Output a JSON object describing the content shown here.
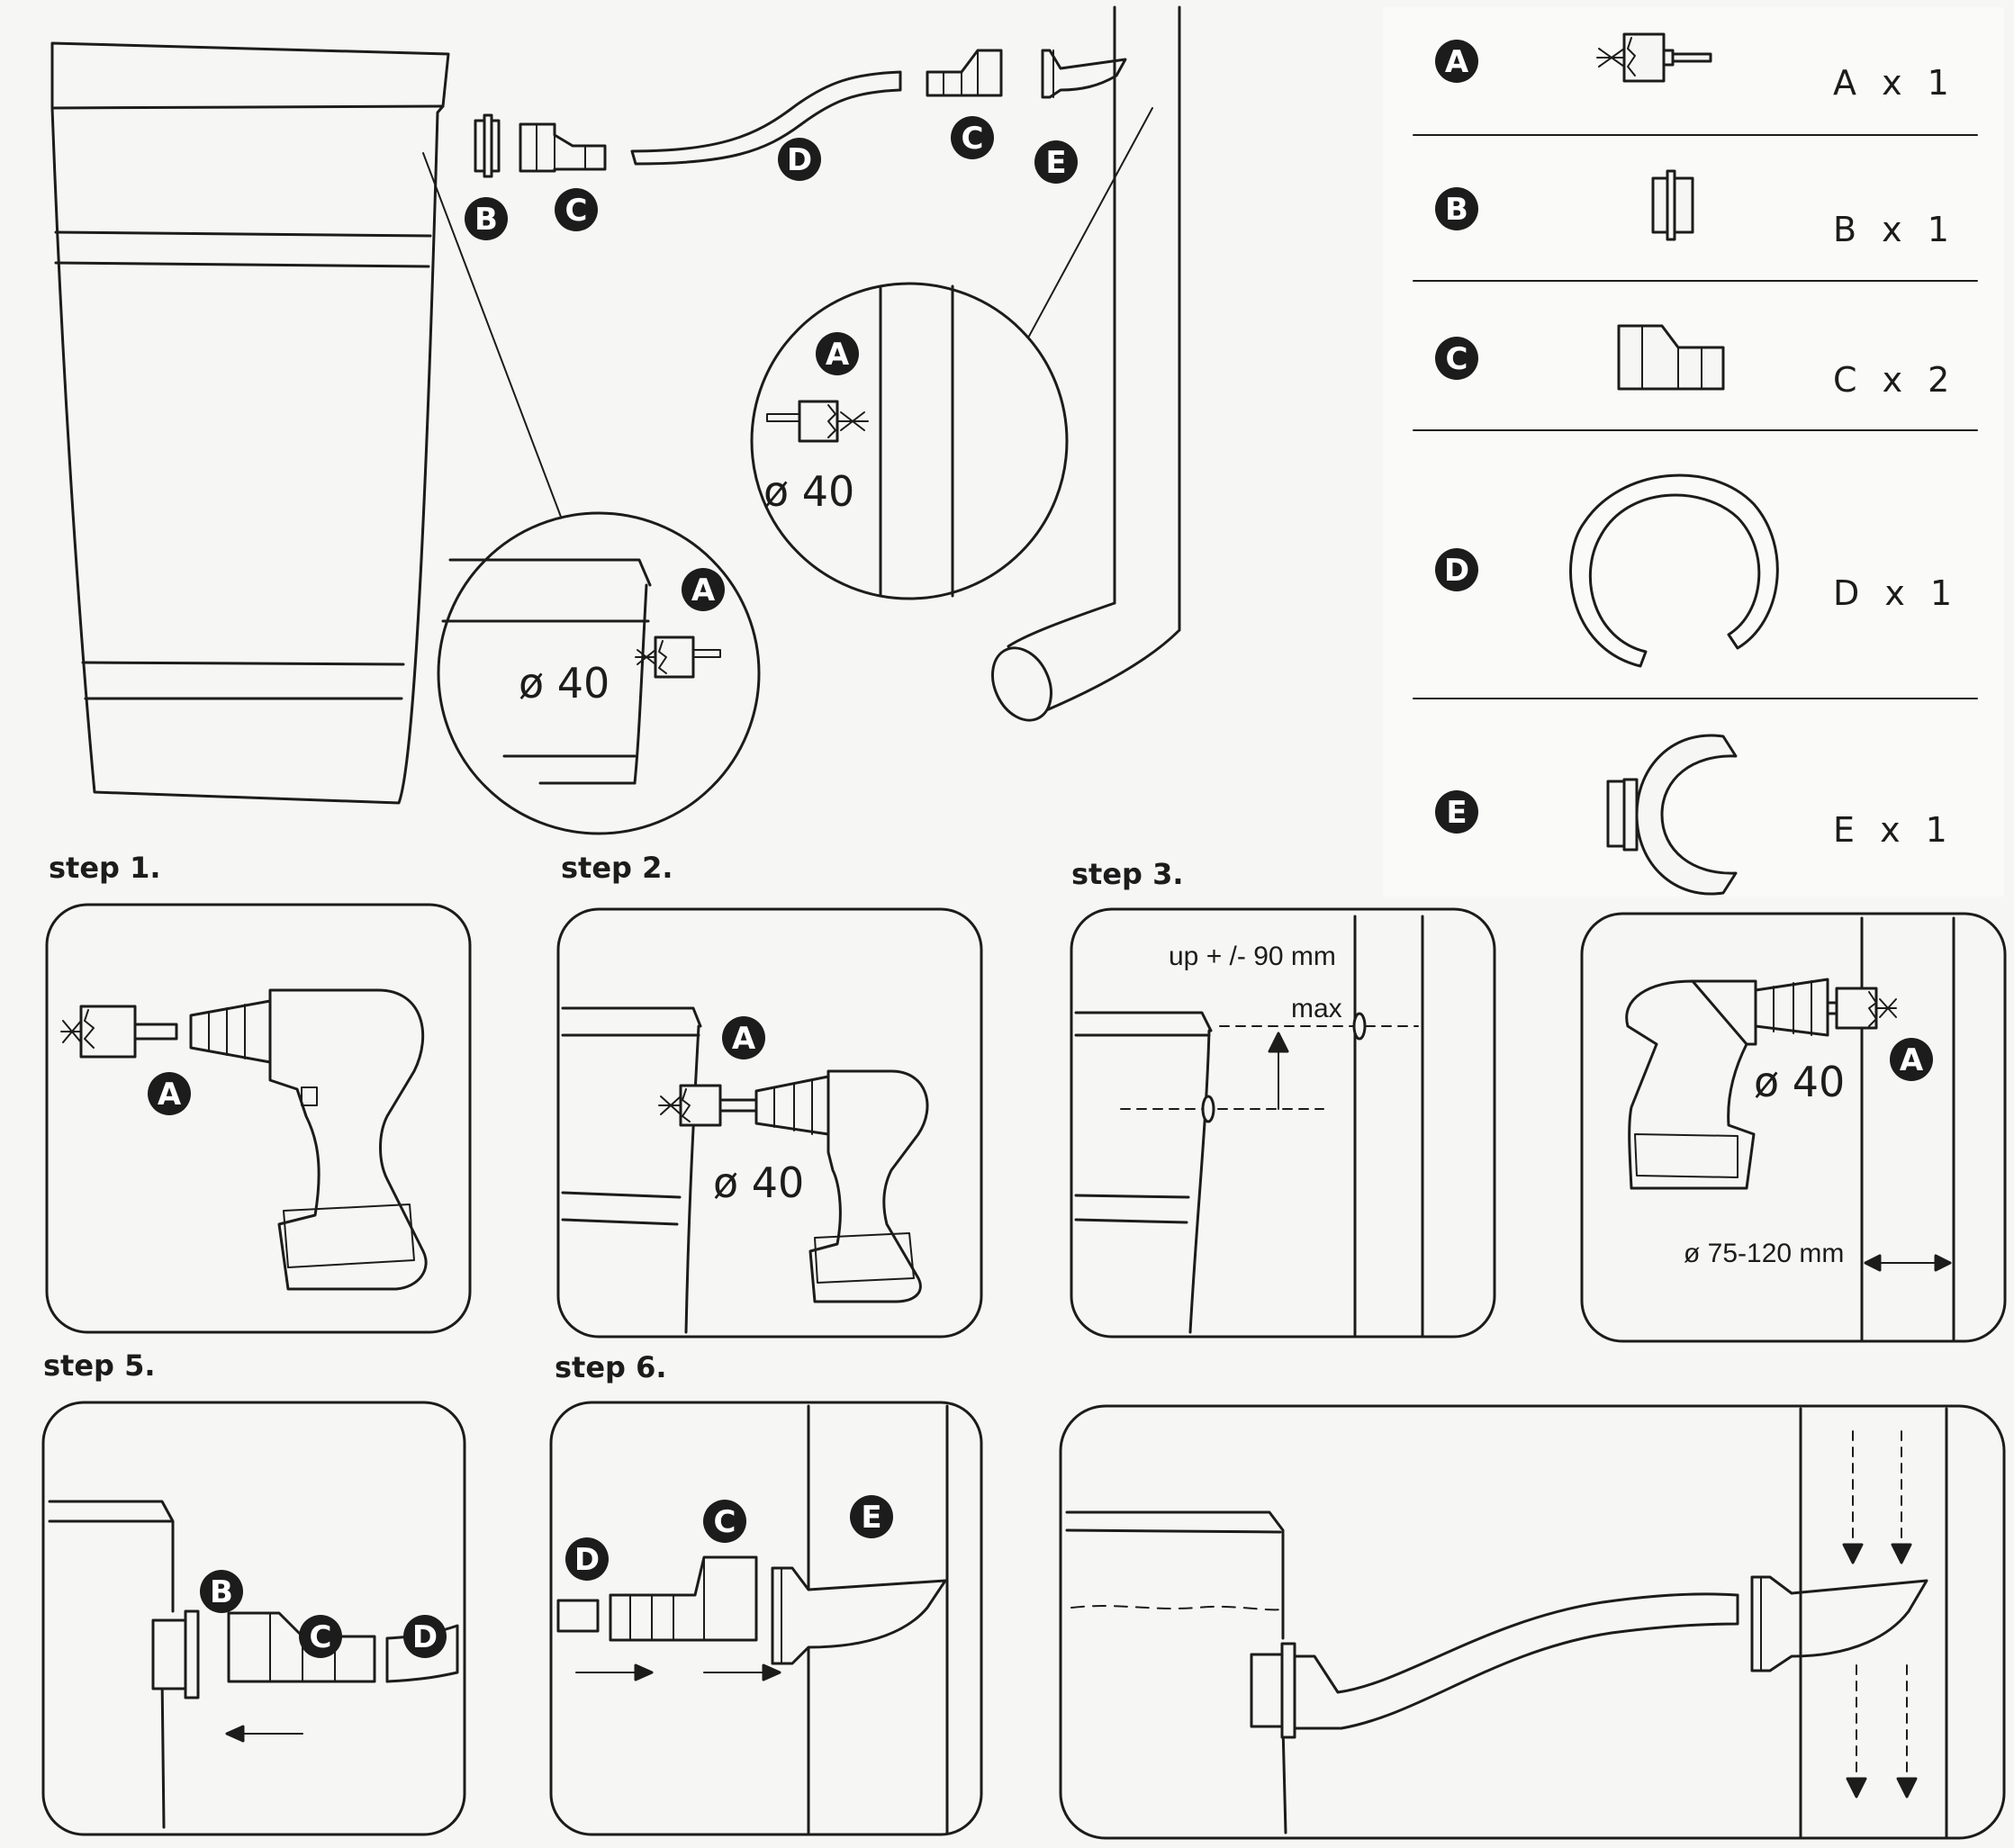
{
  "overview": {
    "badges": [
      "B",
      "C",
      "D",
      "C",
      "E",
      "A",
      "A"
    ],
    "detail_wall_diameter": "ø 40",
    "detail_tank_diameter": "ø 40"
  },
  "parts_list": [
    {
      "letter": "A",
      "qty": "A x 1",
      "icon": "hole-saw-icon"
    },
    {
      "letter": "B",
      "qty": "B x 1",
      "icon": "flange-connector-icon"
    },
    {
      "letter": "C",
      "qty": "C x 2",
      "icon": "reducer-fitting-icon"
    },
    {
      "letter": "D",
      "qty": "D x 1",
      "icon": "coiled-hose-icon"
    },
    {
      "letter": "E",
      "qty": "E x 1",
      "icon": "downpipe-clamp-icon"
    }
  ],
  "steps": {
    "step1": {
      "label": "step 1.",
      "badge": "A"
    },
    "step2": {
      "label": "step 2.",
      "badge": "A",
      "diameter": "ø 40"
    },
    "step3": {
      "label": "step 3.",
      "up_text": "up + /- 90 mm",
      "max_text": "max"
    },
    "step4": {
      "badge": "A",
      "diameter": "ø 40",
      "pipe_range": "ø 75-120 mm"
    },
    "step5": {
      "label": "step 5.",
      "badges": [
        "B",
        "C",
        "D"
      ]
    },
    "step6": {
      "label": "step 6.",
      "badges": [
        "D",
        "C",
        "E"
      ]
    }
  }
}
